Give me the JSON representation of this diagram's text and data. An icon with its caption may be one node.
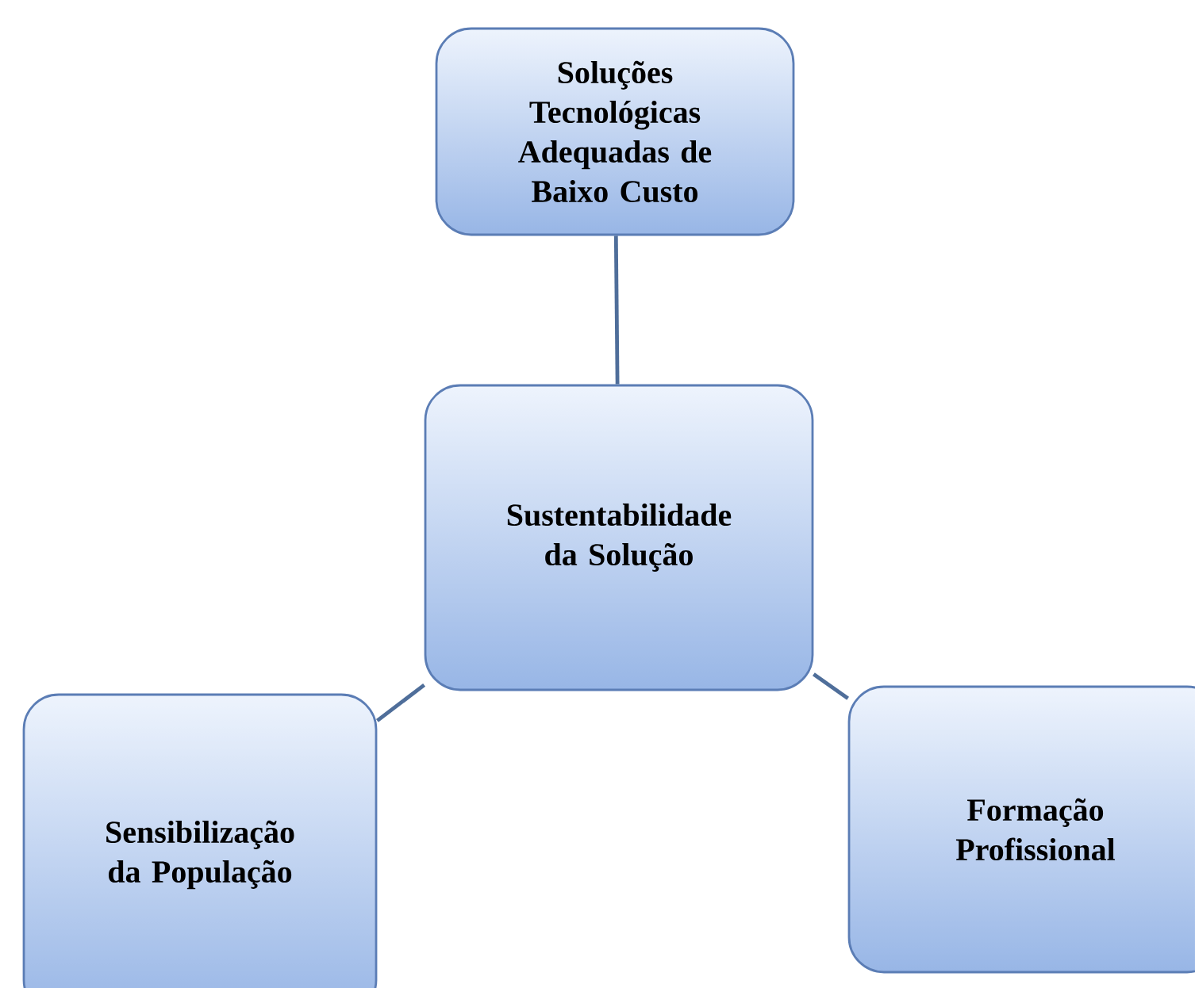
{
  "diagram": {
    "nodes": [
      {
        "text": [
          "Soluções Tecnológicas Adequadas de Baixo Custo"
        ]
      },
      {
        "text": [
          "Sustentabilidade da Solução"
        ]
      },
      {
        "text": [
          "Sensibilização da População"
        ]
      },
      {
        "text": [
          "Formação Profissional"
        ]
      }
    ],
    "edges": [
      {
        "from": 1,
        "to": 0,
        "arrow": "none"
      },
      {
        "from": 1,
        "to": 2,
        "arrow": "none"
      },
      {
        "from": 1,
        "to": 3,
        "arrow": "none"
      }
    ]
  }
}
